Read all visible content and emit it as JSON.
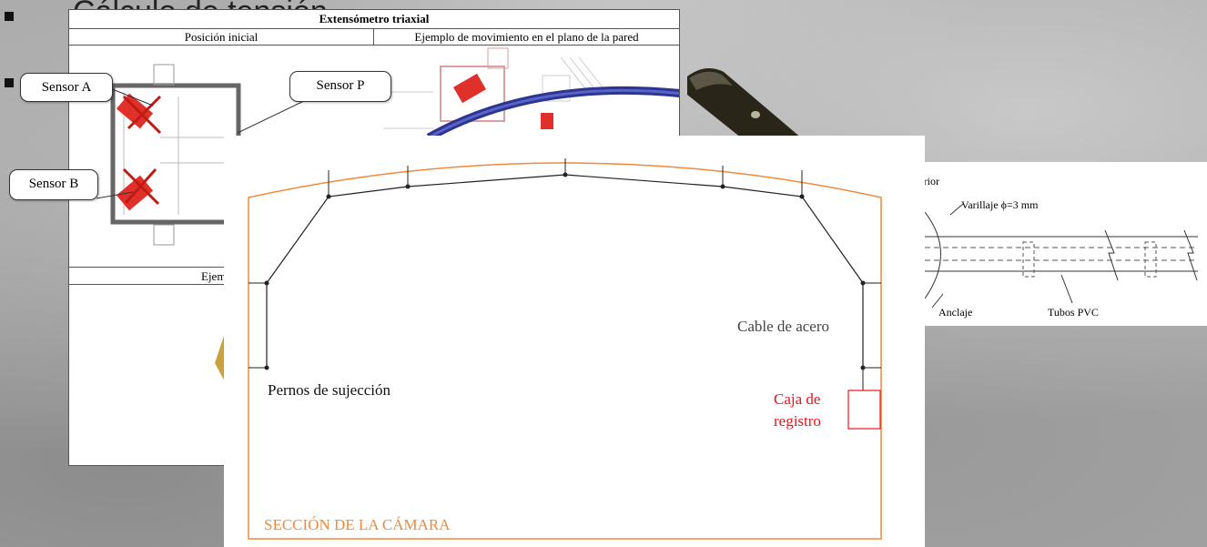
{
  "background": {
    "title_fragment": "Cálculo de tensión...",
    "bullets": 2
  },
  "extensometer_table": {
    "title": "Extensómetro triaxial",
    "col_initial": "Posición inicial",
    "col_movement": "Ejemplo de movimiento en el plano de la pared",
    "bottom_header_fragment": "Ejem",
    "callouts": {
      "sensor_a": "Sensor A",
      "sensor_b": "Sensor B",
      "sensor_p": "Sensor P"
    },
    "sensor_color": "#e0302a"
  },
  "chamber_section": {
    "section_title": "SECCIÓN DE LA CÁMARA",
    "cable_label": "Cable de acero",
    "bolts_label": "Pernos de sujección",
    "box_label_line1": "Caja de",
    "box_label_line2": "registro",
    "outline_color": "#f08a3c",
    "box_color": "#e8141c"
  },
  "rod_extensometer": {
    "label_interior": "nterior",
    "label_rods": "Varillaje ϕ=3 mm",
    "label_anchor": "Anclaje",
    "label_tubes": "Tubos PVC"
  }
}
